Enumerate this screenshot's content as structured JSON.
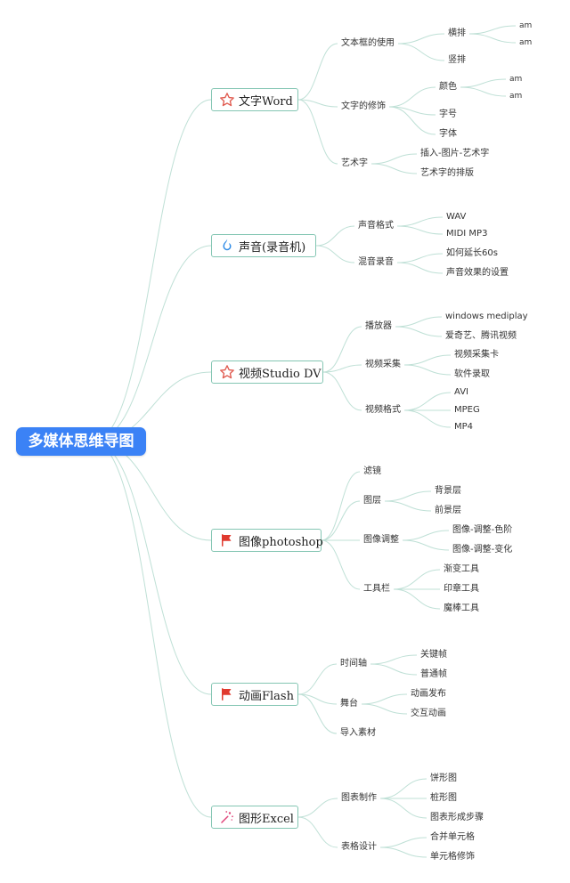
{
  "root": "多媒体思维导图",
  "branches": [
    {
      "label": "文字Word",
      "icon": "star-outline-icon",
      "children": [
        {
          "label": "文本框的使用",
          "children": [
            {
              "label": "横排",
              "children": [
                {
                  "label": "am"
                },
                {
                  "label": "am"
                }
              ]
            },
            {
              "label": "竖排"
            }
          ]
        },
        {
          "label": "文字的修饰",
          "children": [
            {
              "label": "颜色",
              "children": [
                {
                  "label": "am"
                },
                {
                  "label": "am"
                }
              ]
            },
            {
              "label": "字号"
            },
            {
              "label": "字体"
            }
          ]
        },
        {
          "label": "艺术字",
          "children": [
            {
              "label": "插入-图片-艺术字"
            },
            {
              "label": "艺术字的排版"
            }
          ]
        }
      ]
    },
    {
      "label": "声音(录音机)",
      "icon": "flame-icon",
      "children": [
        {
          "label": "声音格式",
          "children": [
            {
              "label": "WAV"
            },
            {
              "label": "MIDI MP3"
            }
          ]
        },
        {
          "label": "混音录音",
          "children": [
            {
              "label": "如何延长60s"
            },
            {
              "label": "声音效果的设置"
            }
          ]
        }
      ]
    },
    {
      "label": "视频Studio DV",
      "icon": "star-outline-icon",
      "children": [
        {
          "label": "播放器",
          "children": [
            {
              "label": "windows mediplay"
            },
            {
              "label": "爱奇艺、腾讯视频"
            }
          ]
        },
        {
          "label": "视频采集",
          "children": [
            {
              "label": "视频采集卡"
            },
            {
              "label": "软件录取"
            }
          ]
        },
        {
          "label": "视频格式",
          "children": [
            {
              "label": "AVI"
            },
            {
              "label": "MPEG"
            },
            {
              "label": "MP4"
            }
          ]
        }
      ]
    },
    {
      "label": "图像photoshop",
      "icon": "flag-icon",
      "children": [
        {
          "label": "滤镜"
        },
        {
          "label": "图层",
          "children": [
            {
              "label": "背景层"
            },
            {
              "label": "前景层"
            }
          ]
        },
        {
          "label": "图像调整",
          "children": [
            {
              "label": "图像-调整-色阶"
            },
            {
              "label": "图像-调整-变化"
            }
          ]
        },
        {
          "label": "工具栏",
          "children": [
            {
              "label": "渐变工具"
            },
            {
              "label": "印章工具"
            },
            {
              "label": "魔棒工具"
            }
          ]
        }
      ]
    },
    {
      "label": "动画Flash",
      "icon": "flag-icon",
      "children": [
        {
          "label": "时间轴",
          "children": [
            {
              "label": "关键帧"
            },
            {
              "label": "普通帧"
            }
          ]
        },
        {
          "label": "舞台",
          "children": [
            {
              "label": "动画发布"
            },
            {
              "label": "交互动画"
            }
          ]
        },
        {
          "label": "导入素材"
        }
      ]
    },
    {
      "label": "图形Excel",
      "icon": "magic-wand-icon",
      "children": [
        {
          "label": "图表制作",
          "children": [
            {
              "label": "饼形图"
            },
            {
              "label": "桩形图"
            },
            {
              "label": "图表形成步骤"
            }
          ]
        },
        {
          "label": "表格设计",
          "children": [
            {
              "label": "合并单元格"
            },
            {
              "label": "单元格修饰"
            }
          ]
        }
      ]
    }
  ],
  "colors": {
    "root_fill": "#3b82f6",
    "branch_border": "#84c6b3",
    "line": "#bfe0d6",
    "star": "#e05a4f",
    "flag": "#e03a2f",
    "flame": "#2f8be6",
    "wand": "#e0457a"
  }
}
